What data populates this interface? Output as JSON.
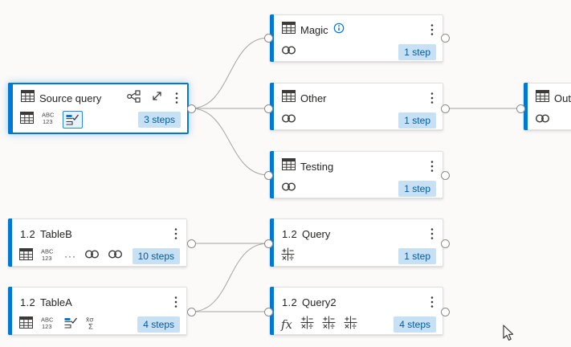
{
  "colors": {
    "accent": "#0078d4",
    "badge_bg": "#c7e0f4",
    "badge_text": "#005a9e",
    "edge": "#a6a4a2",
    "canvas_bg": "#fbfaf9",
    "title_text": "#252423",
    "icon": "#3b3a39",
    "info": "#0078d4"
  },
  "icons": {
    "abc_top": "ABC",
    "abc_bottom": "123",
    "ellipsis": "···",
    "fx": "fx",
    "stats_top": "x̄σ",
    "stats_bottom": "Σ",
    "number_prefix": "1.2"
  },
  "nodes": [
    {
      "id": "magic",
      "title": "Magic",
      "badge": "1 step",
      "type_icon": "table",
      "has_info": true,
      "body_icons": [
        "link"
      ]
    },
    {
      "id": "source-query",
      "title": "Source query",
      "badge": "3 steps",
      "type_icon": "table",
      "selected": true,
      "actions": [
        "related-queries",
        "expand"
      ],
      "body_icons": [
        "table",
        "abc-123",
        "step-check-selected"
      ]
    },
    {
      "id": "other",
      "title": "Other",
      "badge": "1 step",
      "type_icon": "table",
      "body_icons": [
        "link"
      ]
    },
    {
      "id": "testing",
      "title": "Testing",
      "badge": "1 step",
      "type_icon": "table",
      "body_icons": [
        "link"
      ]
    },
    {
      "id": "tableb",
      "title": "TableB",
      "badge": "10 steps",
      "type_icon": "number-1.2",
      "prefix": "1.2",
      "body_icons": [
        "table",
        "abc-123",
        "ellipsis",
        "link",
        "link"
      ]
    },
    {
      "id": "query",
      "title": "Query",
      "badge": "1 step",
      "type_icon": "number-1.2",
      "prefix": "1.2",
      "body_icons": [
        "math-operations"
      ]
    },
    {
      "id": "tablea",
      "title": "TableA",
      "badge": "4 steps",
      "type_icon": "number-1.2",
      "prefix": "1.2",
      "body_icons": [
        "table",
        "abc-123",
        "step-check",
        "statistics"
      ]
    },
    {
      "id": "query2",
      "title": "Query2",
      "badge": "4 steps",
      "type_icon": "number-1.2",
      "prefix": "1.2",
      "body_icons": [
        "fx",
        "math-operations",
        "math-operations",
        "math-operations"
      ]
    },
    {
      "id": "output",
      "title": "Output",
      "badge": "",
      "type_icon": "table",
      "body_icons": [
        "link"
      ]
    }
  ],
  "edges": [
    {
      "from": "source-query",
      "to": "magic"
    },
    {
      "from": "source-query",
      "to": "other"
    },
    {
      "from": "source-query",
      "to": "testing"
    },
    {
      "from": "other",
      "to": "output"
    },
    {
      "from": "tableb",
      "to": "query"
    },
    {
      "from": "tablea",
      "to": "query"
    },
    {
      "from": "tablea",
      "to": "query2"
    }
  ]
}
